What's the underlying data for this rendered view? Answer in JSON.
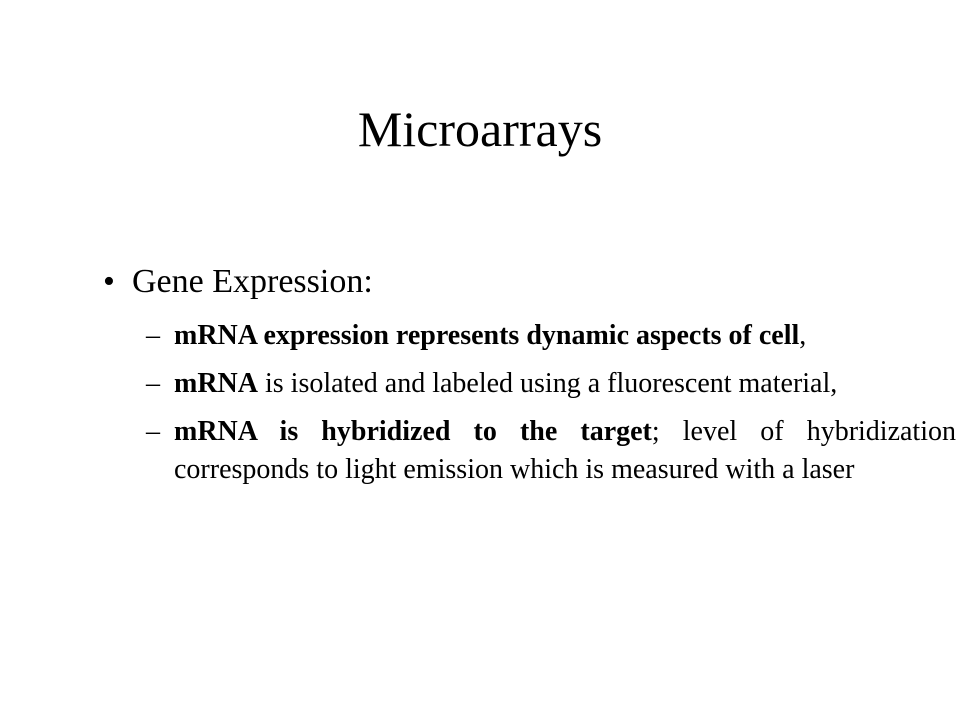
{
  "slide": {
    "title": "Microarrays",
    "bullet": {
      "marker": "•",
      "text": "Gene Expression:"
    },
    "subitems": [
      {
        "dash": "–",
        "part1_bold": "mRNA expression represents dynamic aspects of cell",
        "part1_rest": ","
      },
      {
        "dash": "–",
        "part2_bold": "mRNA",
        "part2_rest": " is isolated and labeled using a fluorescent material,"
      },
      {
        "dash": "–",
        "part3_bold": "mRNA is hybridized to the target",
        "part3_rest": "; level of hybridization corresponds to light emission which is measured with a laser"
      }
    ]
  }
}
